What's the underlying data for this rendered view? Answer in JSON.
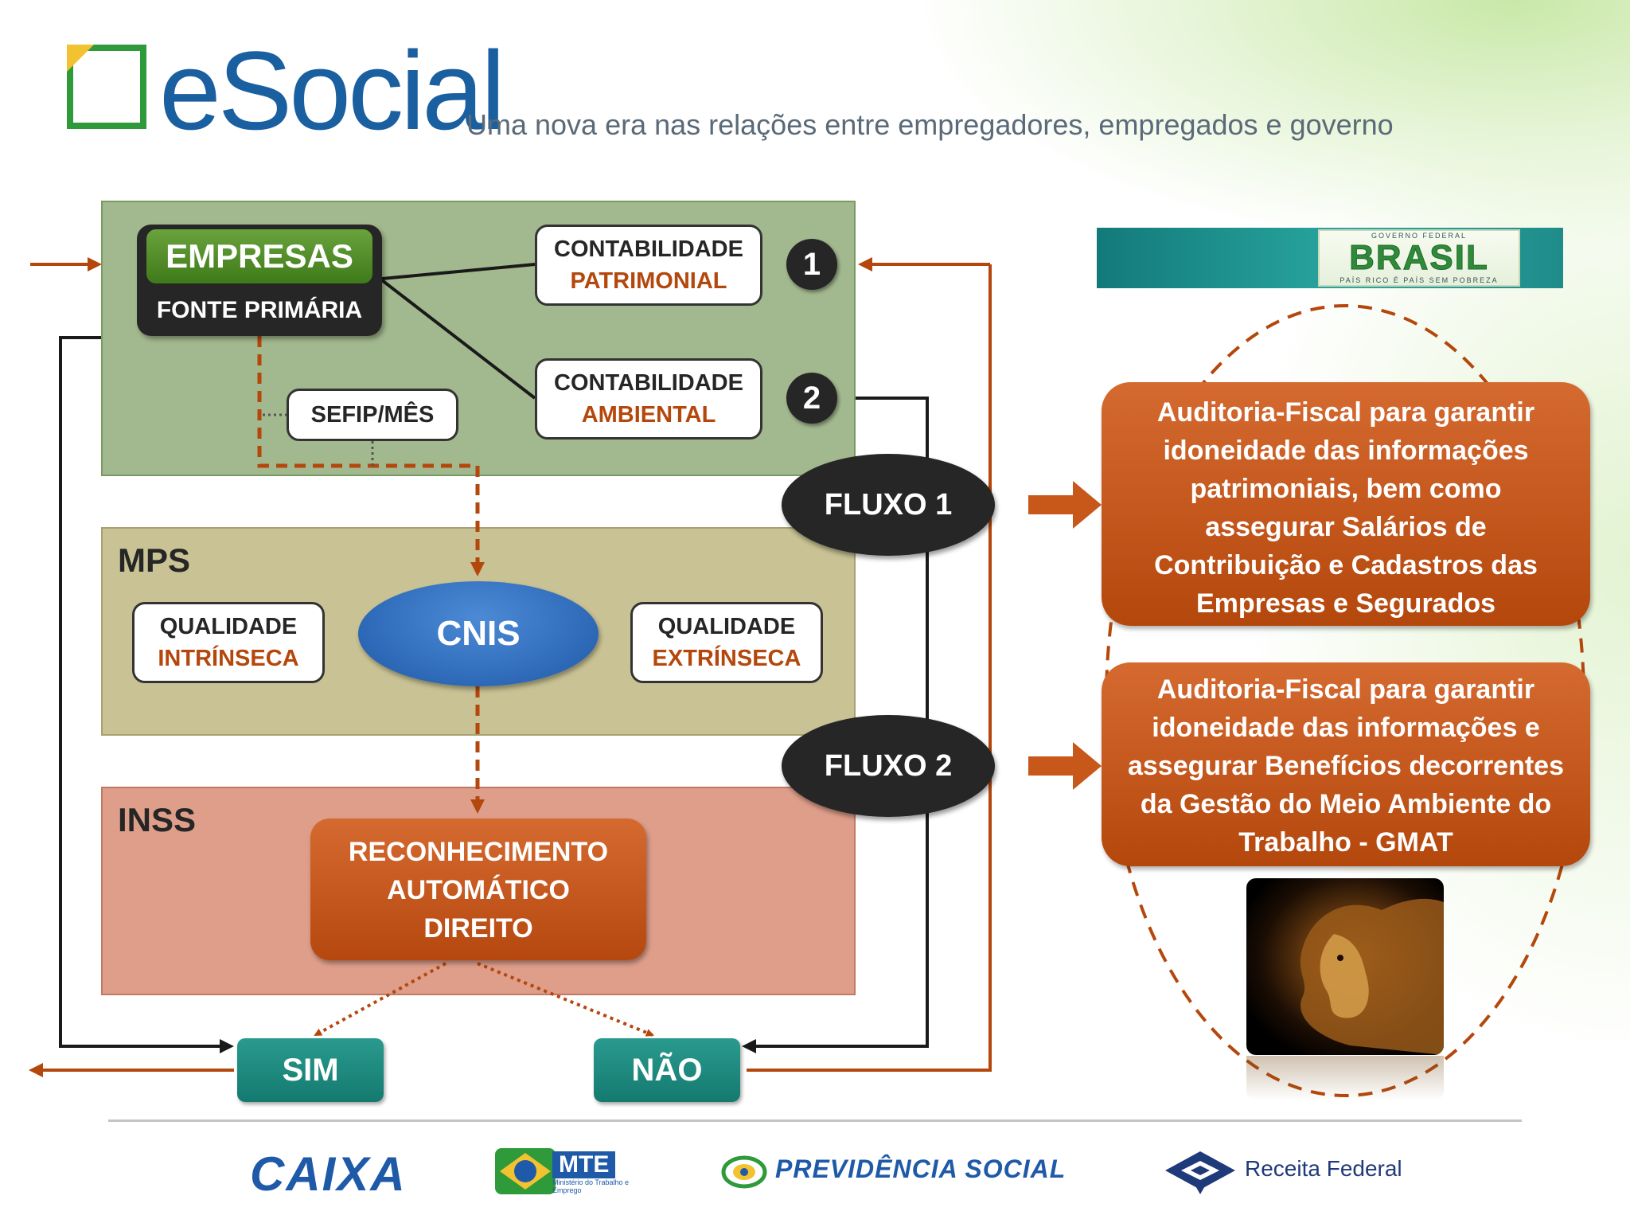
{
  "header": {
    "brand": "eSocial",
    "tagline": "Uma nova era nas relações entre empregadores, empregados e governo"
  },
  "bands": {
    "mps": "MPS",
    "inss": "INSS"
  },
  "empresas": {
    "title": "EMPRESAS",
    "subtitle": "FONTE PRIMÁRIA"
  },
  "sefip": "SEFIP/MÊS",
  "contabilidade": [
    {
      "line1": "CONTABILIDADE",
      "line2": "PATRIMONIAL",
      "number": "1"
    },
    {
      "line1": "CONTABILIDADE",
      "line2": "AMBIENTAL",
      "number": "2"
    }
  ],
  "cnis": "CNIS",
  "qualidade": [
    {
      "line1": "QUALIDADE",
      "line2": "INTRÍNSECA"
    },
    {
      "line1": "QUALIDADE",
      "line2": "EXTRÍNSECA"
    }
  ],
  "reconhecimento": [
    "RECONHECIMENTO",
    "AUTOMÁTICO",
    "DIREITO"
  ],
  "fluxos": [
    "FLUXO 1",
    "FLUXO 2"
  ],
  "outcomes": {
    "yes": "SIM",
    "no": "NÃO"
  },
  "audits": [
    [
      "Auditoria-Fiscal para garantir",
      "idoneidade das informações",
      "patrimoniais, bem como",
      "assegurar Salários de",
      "Contribuição e Cadastros das",
      "Empresas e Segurados"
    ],
    [
      "Auditoria-Fiscal para garantir",
      "idoneidade das informações e",
      "assegurar Benefícios decorrentes",
      "da Gestão do Meio Ambiente do",
      "Trabalho - GMAT"
    ]
  ],
  "brasil_logo": {
    "top": "GOVERNO FEDERAL",
    "word": "BRASIL",
    "bottom": "PAÍS RICO É PAÍS SEM POBREZA"
  },
  "footer": {
    "caixa": "CAIXA",
    "mte": "MTE",
    "mte_sub": "Ministério do Trabalho e Emprego",
    "previdencia": "PREVIDÊNCIA SOCIAL",
    "receita": "Receita Federal"
  },
  "colors": {
    "orange": "#b4470c",
    "dark": "#262626",
    "teal": "#147a70",
    "blue": "#1f5aa8",
    "green": "#2f9a3a"
  }
}
